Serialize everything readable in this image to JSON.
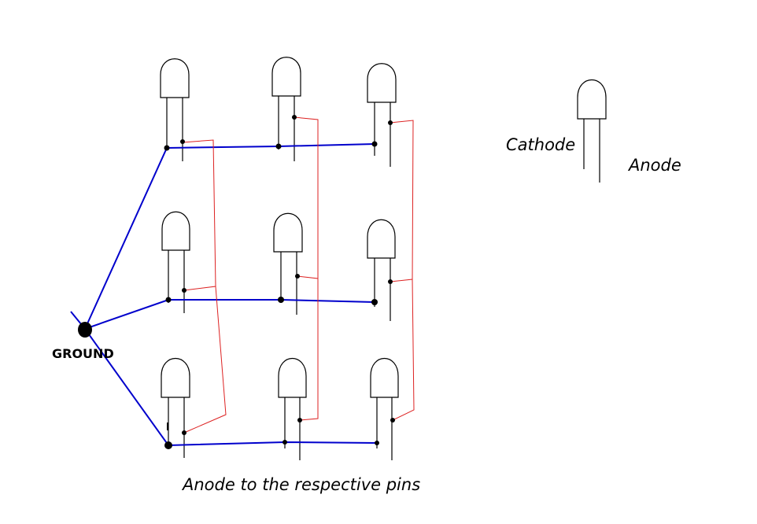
{
  "labels": {
    "cathode": "Cathode",
    "anode": "Anode",
    "ground": "GROUND",
    "caption": "Anode to the respective pins"
  },
  "colors": {
    "ground_wire": "#0000cc",
    "anode_wire": "#dd2222",
    "led_outline": "#000000",
    "background": "#ffffff"
  },
  "led_grid": {
    "rows": 3,
    "columns": 3
  }
}
